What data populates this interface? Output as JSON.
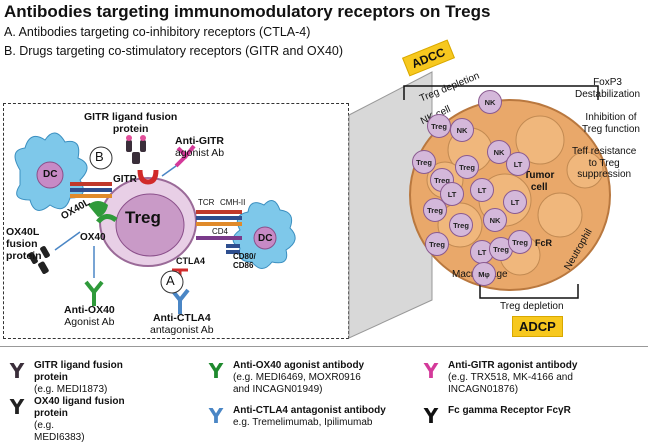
{
  "title": "Antibodies targeting immunomodulatory receptors on Tregs",
  "subtitles": [
    "A. Antibodies targeting co-inhibitory receptors (CTLA-4)",
    "B. Drugs targeting co-stimulatory receptors (GITR and OX40)"
  ],
  "left_panel": {
    "gitr_fusion_label": "GITR ligand fusion protein",
    "gitr_fusion_line1": "GITR ligand fusion",
    "gitr_fusion_line2": "protein",
    "anti_gitr_line1": "Anti-GITR",
    "anti_gitr_line2": "agonist Ab",
    "marker_b": "B",
    "marker_a": "A",
    "gitr": "GITR",
    "dc": "DC",
    "treg": "Treg",
    "ox40l": "OX40L",
    "ox40": "OX40",
    "tcr": "TCR",
    "cmh": "CMH-II",
    "cd4": "CD4",
    "ctla4": "CTLA4",
    "cd80": "CD80/",
    "cd86": "CD86",
    "ox40l_fusion_line1": "OX40L",
    "ox40l_fusion_line2": "fusion",
    "ox40l_fusion_line3": "protein",
    "anti_ox40_line1": "Anti-OX40",
    "anti_ox40_line2": "Agonist Ab",
    "anti_ctla4_line1": "Anti-CTLA4",
    "anti_ctla4_line2": "antagonist Ab"
  },
  "right_panel": {
    "adcc": "ADCC",
    "adcp": "ADCP",
    "treg_depletion_top": "Treg  depletion",
    "treg_depletion_bottom": "Treg  depletion",
    "nk_cell": "NK cell",
    "foxp3_line1": "FoxP3",
    "foxp3_line2": "Destabilization",
    "inhibition_line1": "Inhibition of",
    "inhibition_line2": "Treg function",
    "teff_line1": "Teff resistance",
    "teff_line2": "to Treg",
    "teff_line3": "suppression",
    "tumor_line1": "Tumor",
    "tumor_line2": "cell",
    "neutrophil": "Neutrophil",
    "macrophage": "Macrophage",
    "fcr": "FcR",
    "cell_labels": [
      "Treg",
      "NK",
      "Treg",
      "NK",
      "Treg",
      "NK",
      "LT",
      "Treg",
      "LT",
      "LT",
      "Treg",
      "LT",
      "NK",
      "Treg",
      "LT",
      "Treg",
      "Treg",
      "Mφ",
      "Treg"
    ]
  },
  "legend": [
    {
      "title": "GITR ligand fusion",
      "title2": "protein",
      "desc": "(e.g. MEDI1873)",
      "icon": "gitr-ligand-fusion-icon",
      "color": "#3a2e3a"
    },
    {
      "title": "OX40 ligand fusion",
      "title2": "protein",
      "desc": "(e.g.",
      "desc2": "MEDI6383)",
      "icon": "ox40-ligand-fusion-icon",
      "color": "#222222"
    },
    {
      "title": "Anti-OX40 agonist antibody",
      "desc": "(e.g. MEDI6469, MOXR0916",
      "desc2": "and INCAGN01949)",
      "icon": "anti-ox40-antibody-icon",
      "color": "#1f8a2e"
    },
    {
      "title": "Anti-CTLA4 antagonist antibody",
      "desc": "e.g. Tremelimumab, Ipilimumab",
      "icon": "anti-ctla4-antibody-icon",
      "color": "#4a86c5"
    },
    {
      "title": "Anti-GITR agonist  antibody",
      "desc": "(e.g. TRX518, MK-4166 and",
      "desc2": "INCAGN01876)",
      "icon": "anti-gitr-antibody-icon",
      "color": "#d43a9a"
    },
    {
      "title": "Fc gamma Receptor FcγR",
      "icon": "fc-gamma-receptor-icon",
      "color": "#111111"
    }
  ]
}
